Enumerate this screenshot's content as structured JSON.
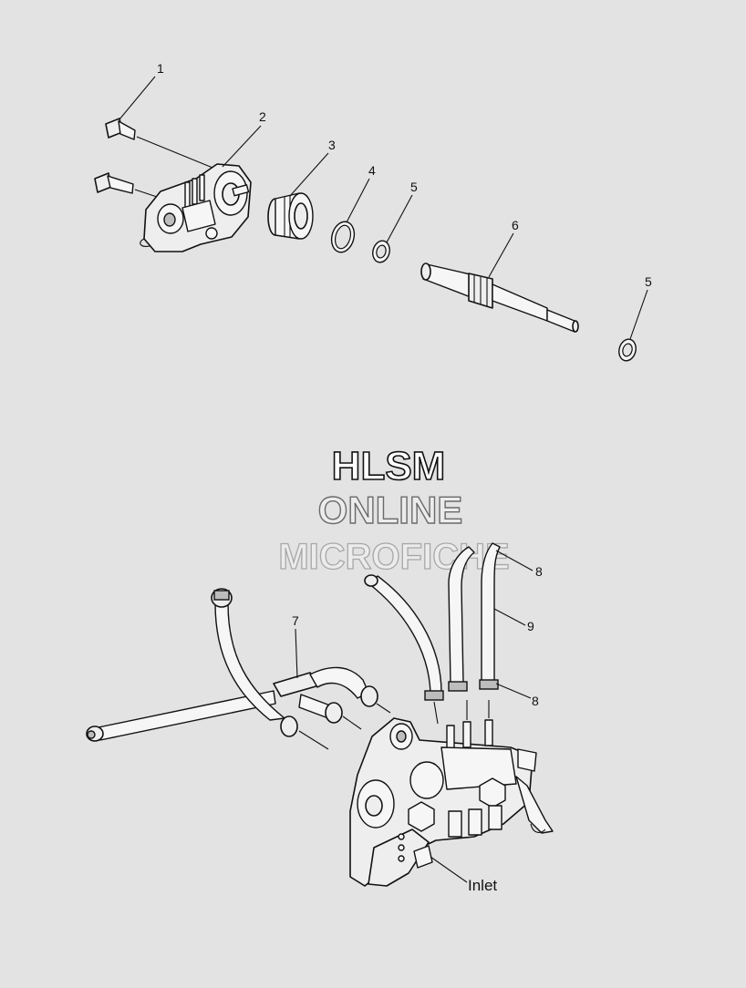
{
  "callouts": [
    {
      "id": "c1",
      "label": "1"
    },
    {
      "id": "c2",
      "label": "2"
    },
    {
      "id": "c3",
      "label": "3"
    },
    {
      "id": "c4",
      "label": "4"
    },
    {
      "id": "c5a",
      "label": "5"
    },
    {
      "id": "c6",
      "label": "6"
    },
    {
      "id": "c5b",
      "label": "5"
    },
    {
      "id": "c7",
      "label": "7"
    },
    {
      "id": "c8a",
      "label": "8"
    },
    {
      "id": "c9",
      "label": "9"
    },
    {
      "id": "c8b",
      "label": "8"
    }
  ],
  "inlet_label": "Inlet",
  "watermark": {
    "line1": "HLSM",
    "line2": "ONLINE",
    "line3": "MICROFICHE"
  },
  "colors": {
    "background": "#e3e3e3",
    "line": "#111111"
  }
}
